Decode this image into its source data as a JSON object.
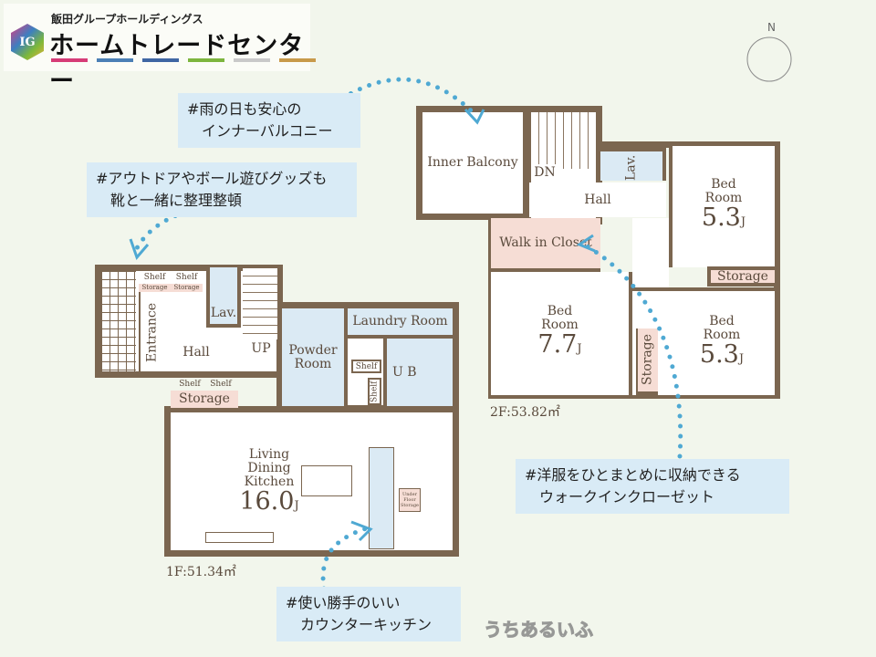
{
  "logo": {
    "group": "飯田グループホールディングス",
    "brand": "ホームトレードセンター",
    "mark": "IG"
  },
  "compass": {
    "label": "N"
  },
  "floor1": {
    "area": "1F:51.34㎡",
    "rooms": {
      "entrance": "Entrance",
      "hall": "Hall",
      "up": "UP",
      "lav": "Lav.",
      "shelf1": "Shelf",
      "shelf2": "Shelf",
      "storage_small1": "Storage",
      "storage_small2": "Storage",
      "powder": "Powder Room",
      "laundry": "Laundry Room",
      "shelf_l": "Shelf",
      "shelf_v": "Shelf",
      "ub": "U B",
      "shelf3": "Shelf",
      "shelf4": "Shelf",
      "storage": "Storage",
      "ldk": "Living Dining Kitchen",
      "ldk_size": "16.0",
      "ldk_unit": "J",
      "underfloor": "Under Floor Storage"
    }
  },
  "floor2": {
    "area": "2F:53.82㎡",
    "rooms": {
      "balcony": "Inner Balcony",
      "dn": "DN",
      "hall": "Hall",
      "lav": "Lav.",
      "wic": "Walk in Closet",
      "bed1": "Bed Room",
      "bed1_size": "5.3",
      "bed1_unit": "J",
      "storage1": "Storage",
      "bed2": "Bed Room",
      "bed2_size": "7.7",
      "bed2_unit": "J",
      "bed3": "Bed Room",
      "bed3_size": "5.3",
      "bed3_unit": "J",
      "storage2": "Storage"
    }
  },
  "callouts": {
    "balcony": [
      "#雨の日も安心の",
      "インナーバルコニー"
    ],
    "entrance": [
      "#アウトドアやボール遊びグッズも",
      "靴と一緒に整理整頓"
    ],
    "closet": [
      "#洋服をひとまとめに収納できる",
      "ウォークインクローゼット"
    ],
    "kitchen": [
      "#使い勝手のいい",
      "カウンターキッチン"
    ]
  },
  "watermark": "うちあるいふ",
  "colors": {
    "wall": "#7b6650",
    "callout": "#d9ebf6",
    "dots": "#4fa9d3",
    "bg": "#f2f6ec"
  }
}
